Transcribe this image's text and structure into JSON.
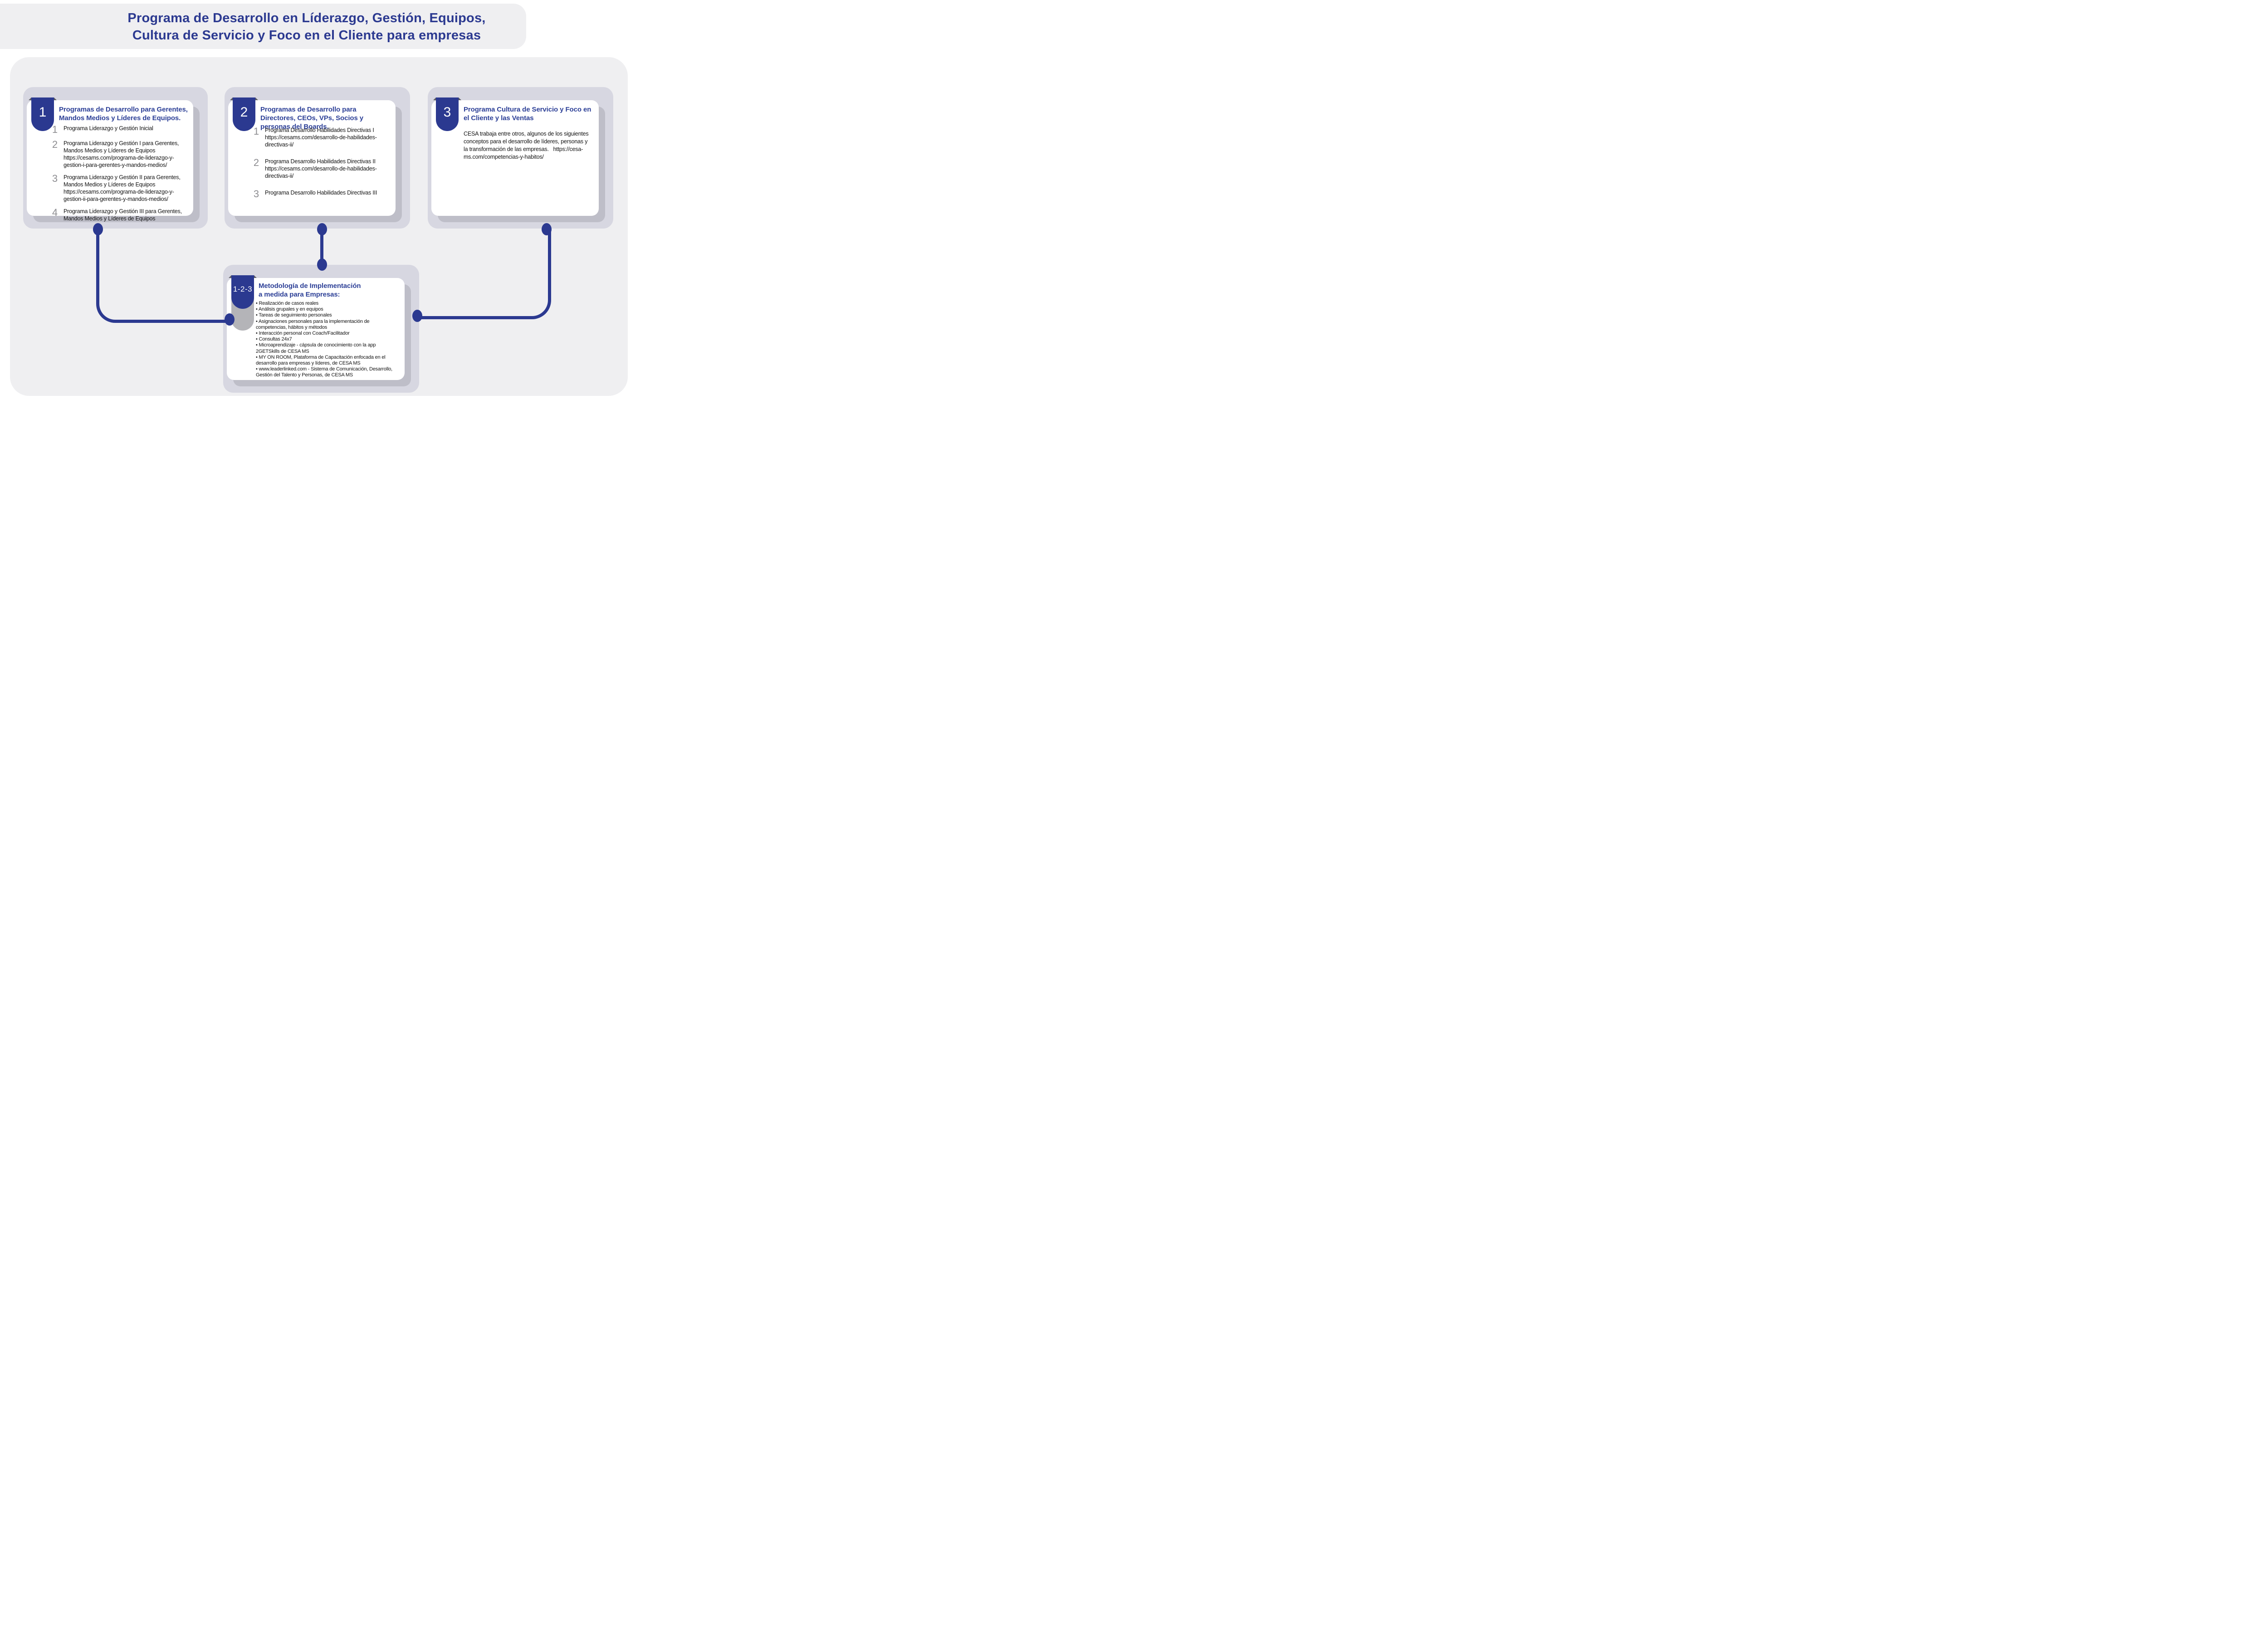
{
  "title": {
    "line1": "Programa de Desarrollo en Líderazgo, Gestión, Equipos,",
    "line2": "Cultura de Servicio y Foco en el Cliente para empresas"
  },
  "colors": {
    "navy": "#2B3990",
    "header-blue": "#2D4097",
    "container": "#D7D7E1",
    "shadow": "#BEBEC8",
    "bg": "#EFEFF1",
    "fold": "#5E5E64",
    "num-gray": "#8C8C90",
    "tail-gray": "#B4B4B8",
    "text": "#121212"
  },
  "cards": [
    {
      "number": "1",
      "heading": "Programas de Desarrollo para Gerentes, Mandos Medios y Líderes de Equipos.",
      "items": [
        {
          "num": "1",
          "name": "Programa Liderazgo y Gestión Inicial"
        },
        {
          "num": "2",
          "name": "Programa Liderazgo y Gestión I para Gerentes, Mandos Medios y Líderes de Equipos",
          "url": "https://cesams.com/programa-de-liderazgo-y-gestion-i-para-gerentes-y-mandos-medios/"
        },
        {
          "num": "3",
          "name": "Programa Liderazgo y Gestión II para Gerentes, Mandos Medios y Líderes de Equipos",
          "url": "https://cesams.com/programa-de-liderazgo-y-gestion-ii-para-gerentes-y-mandos-medios/"
        },
        {
          "num": "4",
          "name": "Programa Liderazgo y Gestión III para Gerentes, Mandos Medios y Líderes de Equipos"
        }
      ]
    },
    {
      "number": "2",
      "heading": "Programas de Desarrollo para Directores, CEOs, VPs, Socios y personas del Boards.",
      "items": [
        {
          "num": "1",
          "name": "Programa Desarrollo Habilidades Directivas I",
          "url": "https://cesams.com/desarrollo-de-habilidades-directivas-ii/"
        },
        {
          "num": "2",
          "name": "Programa Desarrollo Habilidades Directivas II",
          "url": "https://cesams.com/desarrollo-de-habilidades-directivas-ii/"
        },
        {
          "num": "3",
          "name": "Programa Desarrollo Habilidades Directivas III"
        }
      ]
    },
    {
      "number": "3",
      "heading": "Programa Cultura de Servicio y Foco en el Cliente y las Ventas",
      "body": "CESA trabaja entre otros, algunos de los siguientes conceptos para el desarrollo de líderes, personas y la transformación de las empresas.   https://cesa-ms.com/competencias-y-habitos/"
    }
  ],
  "methodology": {
    "number": "1-2-3",
    "heading_line1": "Metodología de Implementación",
    "heading_line2": "a medida para Empresas:",
    "bullets": [
      "• Realización de casos reales",
      "• Análisis grupales y en equipos",
      "• Tareas de seguimiento personales",
      "• Asignaciones personales para la implementación de competencias, hábitos y métodos",
      "• Interacción personal con Coach/Facilitador",
      "• Consultas 24x7",
      "• Microaprendizaje - cápsula de conocimiento con la app 2GETSkills de CESA MS",
      "• MY ON ROOM, Plataforma de Capacitación enfocada en el desarrollo para empresas y líderes, de CESA MS",
      "• www.leaderlinked.com - Sistema de Comunicación, Desarrollo, Gestión del Talento y Personas, de CESA MS"
    ]
  }
}
